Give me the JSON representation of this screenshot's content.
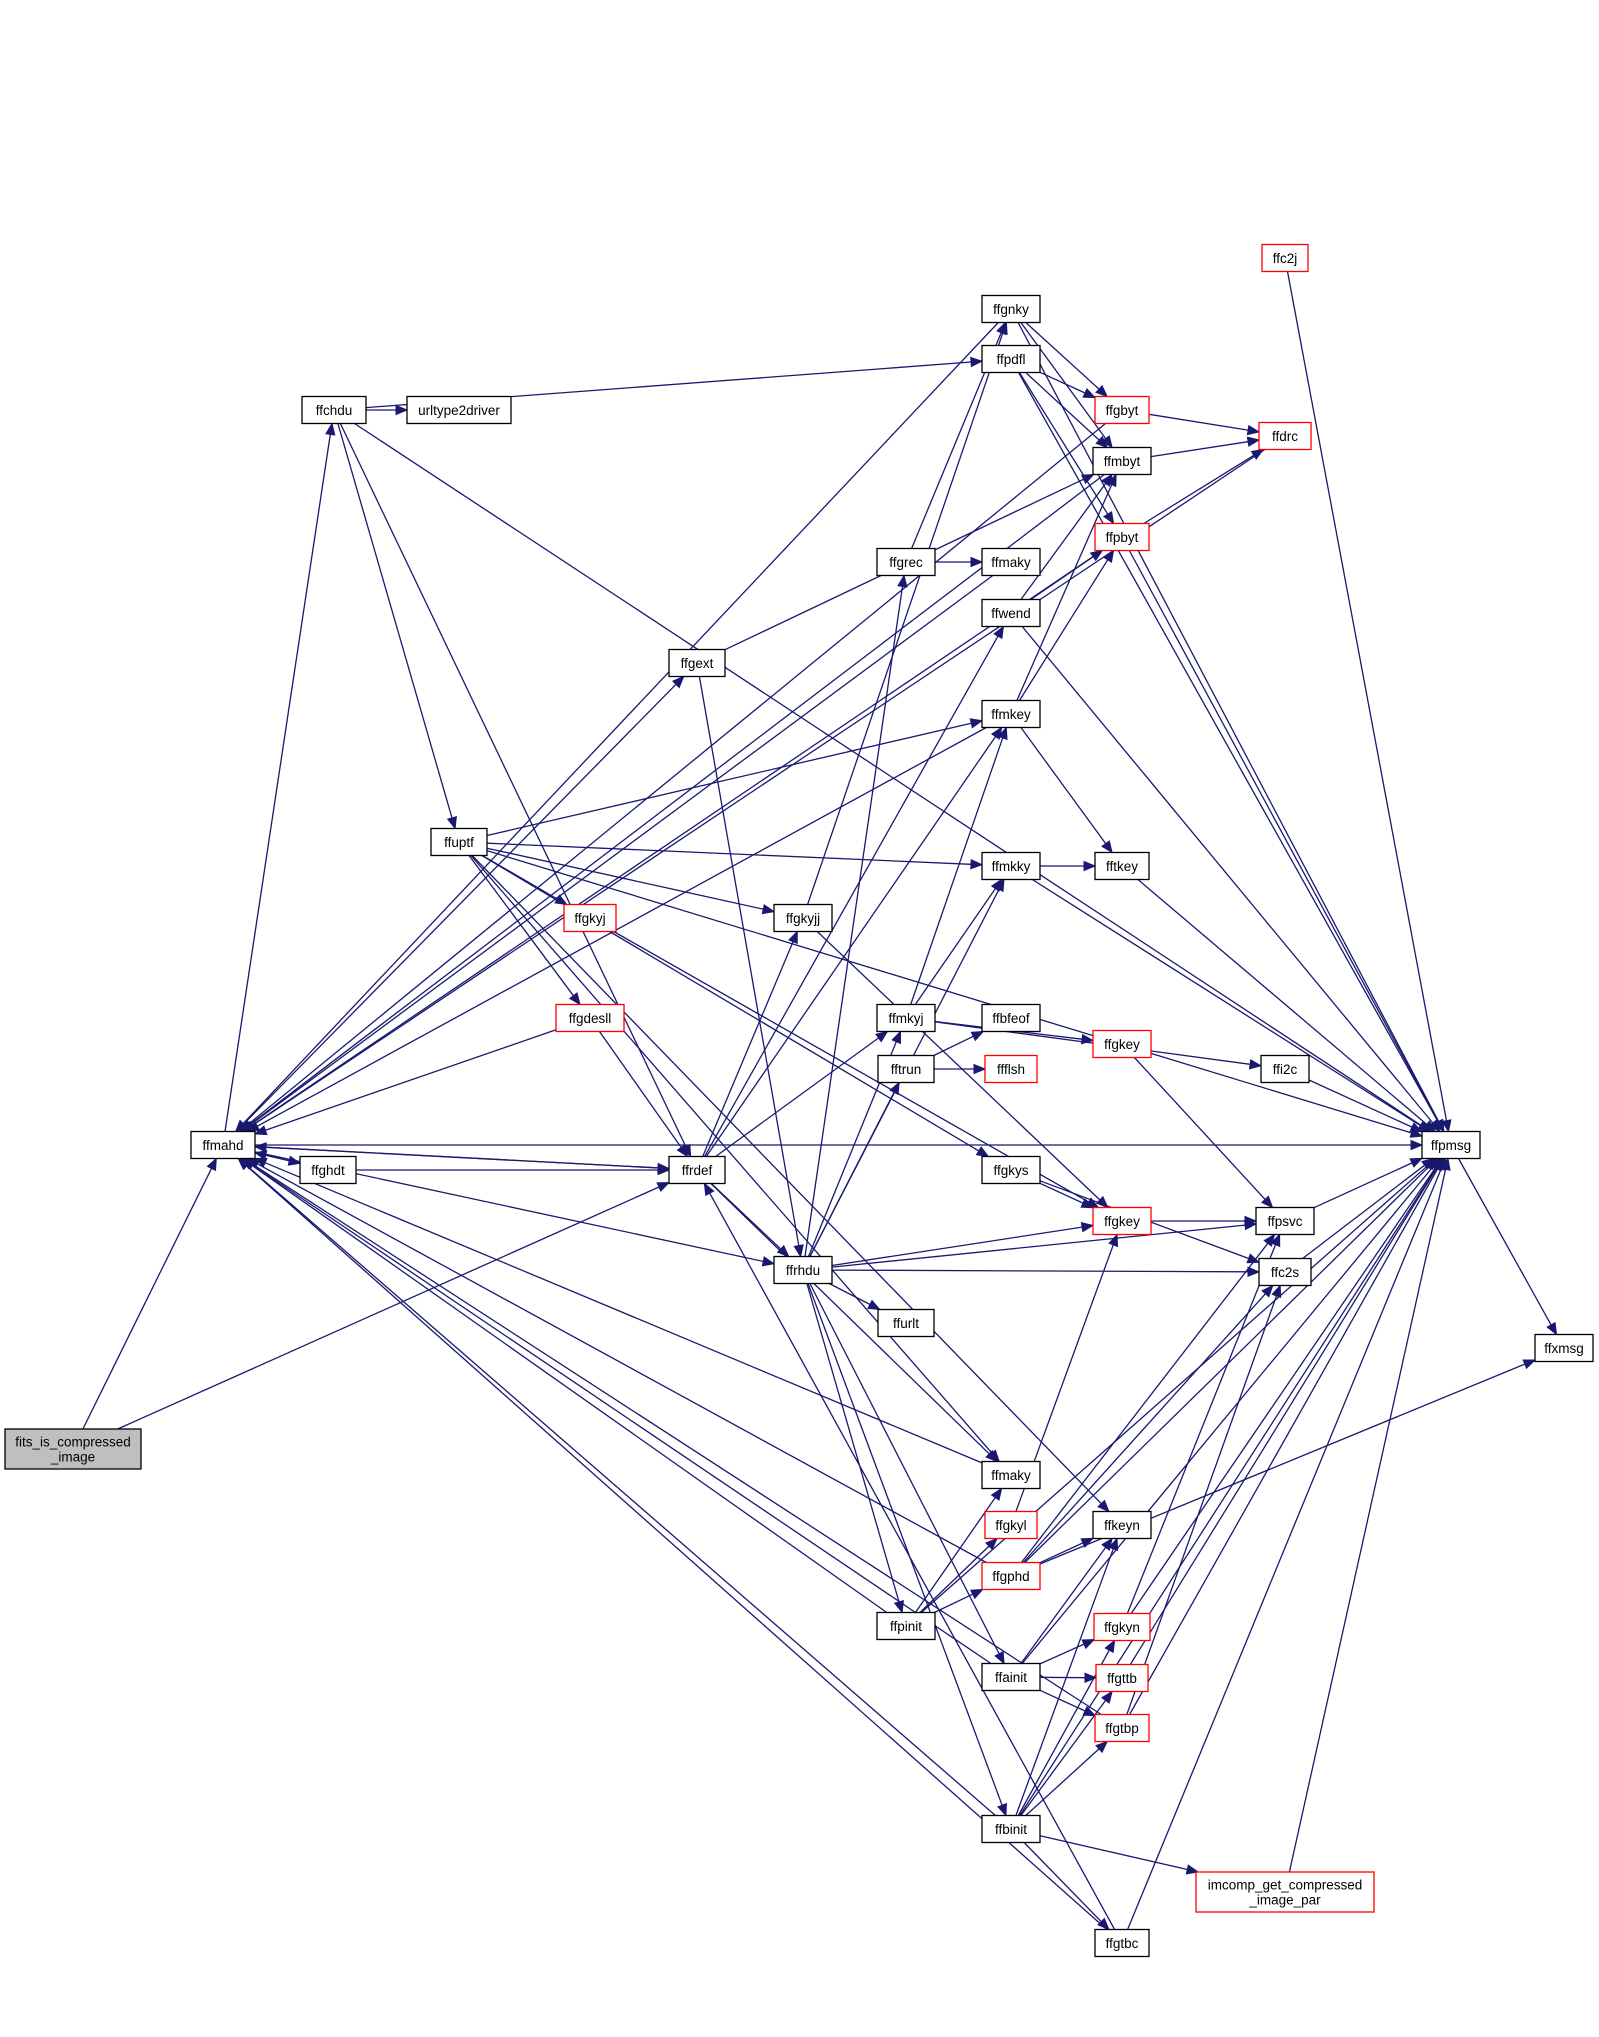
{
  "colors": {
    "edge": "#191970",
    "node_border": "#000000",
    "incomplete_node_border": "#ff0000",
    "root_fill": "#bfbfbf",
    "node_fill": "#ffffff"
  },
  "nodes": [
    {
      "id": "fits_is_compressed_image",
      "lines": [
        "fits_is_compressed",
        "_image"
      ],
      "style": "root"
    },
    {
      "id": "ffmahd",
      "lines": [
        "ffmahd"
      ],
      "style": "normal"
    },
    {
      "id": "ffrdef",
      "lines": [
        "ffrdef"
      ],
      "style": "normal"
    },
    {
      "id": "ffrhdu",
      "lines": [
        "ffrhdu"
      ],
      "style": "normal"
    },
    {
      "id": "ffchdu",
      "lines": [
        "ffchdu"
      ],
      "style": "normal"
    },
    {
      "id": "urltype2driver",
      "lines": [
        "urltype2driver"
      ],
      "style": "normal"
    },
    {
      "id": "ffuptf",
      "lines": [
        "ffuptf"
      ],
      "style": "normal"
    },
    {
      "id": "ffghdt",
      "lines": [
        "ffghdt"
      ],
      "style": "normal"
    },
    {
      "id": "ffgext",
      "lines": [
        "ffgext"
      ],
      "style": "normal"
    },
    {
      "id": "ffgkyj",
      "lines": [
        "ffgkyj"
      ],
      "style": "incomplete"
    },
    {
      "id": "ffgdesll",
      "lines": [
        "ffgdesll"
      ],
      "style": "incomplete"
    },
    {
      "id": "ffgkyjj",
      "lines": [
        "ffgkyjj"
      ],
      "style": "normal"
    },
    {
      "id": "ffgrec",
      "lines": [
        "ffgrec"
      ],
      "style": "normal"
    },
    {
      "id": "ffmkyj",
      "lines": [
        "ffmkyj"
      ],
      "style": "normal"
    },
    {
      "id": "fftrun",
      "lines": [
        "fftrun"
      ],
      "style": "normal"
    },
    {
      "id": "ffurlt",
      "lines": [
        "ffurlt"
      ],
      "style": "normal"
    },
    {
      "id": "ffpinit",
      "lines": [
        "ffpinit"
      ],
      "style": "normal"
    },
    {
      "id": "ffgnky",
      "lines": [
        "ffgnky"
      ],
      "style": "normal"
    },
    {
      "id": "ffpdfl",
      "lines": [
        "ffpdfl"
      ],
      "style": "normal"
    },
    {
      "id": "ffmbyt",
      "lines": [
        "ffmbyt"
      ],
      "style": "normal"
    },
    {
      "id": "ffmaky_top",
      "lines": [
        "ffmaky"
      ],
      "style": "normal"
    },
    {
      "id": "ffwend",
      "lines": [
        "ffwend"
      ],
      "style": "normal"
    },
    {
      "id": "ffmkey",
      "lines": [
        "ffmkey"
      ],
      "style": "normal"
    },
    {
      "id": "ffmkky",
      "lines": [
        "ffmkky"
      ],
      "style": "normal"
    },
    {
      "id": "ffbfeof",
      "lines": [
        "ffbfeof"
      ],
      "style": "normal"
    },
    {
      "id": "ffflsh",
      "lines": [
        "ffflsh"
      ],
      "style": "incomplete"
    },
    {
      "id": "ffgkys",
      "lines": [
        "ffgkys"
      ],
      "style": "normal"
    },
    {
      "id": "ffmaky_bottom",
      "lines": [
        "ffmaky"
      ],
      "style": "normal"
    },
    {
      "id": "ffgkyl",
      "lines": [
        "ffgkyl"
      ],
      "style": "incomplete"
    },
    {
      "id": "ffgphd",
      "lines": [
        "ffgphd"
      ],
      "style": "incomplete"
    },
    {
      "id": "ffainit",
      "lines": [
        "ffainit"
      ],
      "style": "normal"
    },
    {
      "id": "ffbinit",
      "lines": [
        "ffbinit"
      ],
      "style": "normal"
    },
    {
      "id": "ffgbyt",
      "lines": [
        "ffgbyt"
      ],
      "style": "incomplete"
    },
    {
      "id": "ffpbyt",
      "lines": [
        "ffpbyt"
      ],
      "style": "incomplete"
    },
    {
      "id": "fftkey",
      "lines": [
        "fftkey"
      ],
      "style": "normal"
    },
    {
      "id": "ffgkey_upper",
      "lines": [
        "ffgkey"
      ],
      "style": "incomplete"
    },
    {
      "id": "ffgkey_lower",
      "lines": [
        "ffgkey"
      ],
      "style": "incomplete"
    },
    {
      "id": "ffkeyn",
      "lines": [
        "ffkeyn"
      ],
      "style": "normal"
    },
    {
      "id": "ffgkyn",
      "lines": [
        "ffgkyn"
      ],
      "style": "incomplete"
    },
    {
      "id": "ffgttb",
      "lines": [
        "ffgttb"
      ],
      "style": "incomplete"
    },
    {
      "id": "ffgtbp",
      "lines": [
        "ffgtbp"
      ],
      "style": "incomplete"
    },
    {
      "id": "ffgtbc",
      "lines": [
        "ffgtbc"
      ],
      "style": "normal"
    },
    {
      "id": "ffc2j",
      "lines": [
        "ffc2j"
      ],
      "style": "incomplete"
    },
    {
      "id": "ffdrc",
      "lines": [
        "ffdrc"
      ],
      "style": "incomplete"
    },
    {
      "id": "ffi2c",
      "lines": [
        "ffi2c"
      ],
      "style": "normal"
    },
    {
      "id": "ffpsvc",
      "lines": [
        "ffpsvc"
      ],
      "style": "normal"
    },
    {
      "id": "ffc2s",
      "lines": [
        "ffc2s"
      ],
      "style": "normal"
    },
    {
      "id": "imcomp_get_compressed_image_par",
      "lines": [
        "imcomp_get_compressed",
        "_image_par"
      ],
      "style": "incomplete"
    },
    {
      "id": "ffpmsg",
      "lines": [
        "ffpmsg"
      ],
      "style": "normal"
    },
    {
      "id": "ffxmsg",
      "lines": [
        "ffxmsg"
      ],
      "style": "normal"
    }
  ],
  "edges": [
    [
      "fits_is_compressed_image",
      "ffmahd"
    ],
    [
      "fits_is_compressed_image",
      "ffrdef"
    ],
    [
      "ffmahd",
      "ffchdu"
    ],
    [
      "ffmahd",
      "ffgext"
    ],
    [
      "ffmahd",
      "ffghdt"
    ],
    [
      "ffmahd",
      "ffrdef"
    ],
    [
      "ffmahd",
      "ffrhdu"
    ],
    [
      "ffmahd",
      "ffpmsg"
    ],
    [
      "ffchdu",
      "urltype2driver"
    ],
    [
      "ffchdu",
      "ffuptf"
    ],
    [
      "ffchdu",
      "ffrdef"
    ],
    [
      "ffchdu",
      "ffpdfl"
    ],
    [
      "ffchdu",
      "ffpmsg"
    ],
    [
      "ffuptf",
      "ffgkyj"
    ],
    [
      "ffuptf",
      "ffgdesll"
    ],
    [
      "ffuptf",
      "ffgkyjj"
    ],
    [
      "ffuptf",
      "ffmkey"
    ],
    [
      "ffuptf",
      "ffmkky"
    ],
    [
      "ffuptf",
      "ffgkys"
    ],
    [
      "ffuptf",
      "ffmaky_bottom"
    ],
    [
      "ffuptf",
      "ffkeyn"
    ],
    [
      "ffuptf",
      "ffpmsg"
    ],
    [
      "ffgdesll",
      "ffmahd"
    ],
    [
      "ffgdesll",
      "ffrdef"
    ],
    [
      "ffgkyj",
      "ffgkey_lower"
    ],
    [
      "ffghdt",
      "ffmahd"
    ],
    [
      "ffghdt",
      "ffrdef"
    ],
    [
      "ffgext",
      "ffmbyt"
    ],
    [
      "ffgext",
      "ffrhdu"
    ],
    [
      "ffrdef",
      "ffmahd"
    ],
    [
      "ffrdef",
      "ffrhdu"
    ],
    [
      "ffrdef",
      "ffgkyjj"
    ],
    [
      "ffrdef",
      "ffwend"
    ],
    [
      "ffrdef",
      "ffmkyj"
    ],
    [
      "ffrdef",
      "ffmkey"
    ],
    [
      "ffrdef",
      "ffmaky_bottom"
    ],
    [
      "ffgkyjj",
      "ffgnky"
    ],
    [
      "ffgkyjj",
      "ffgkey_lower"
    ],
    [
      "ffrhdu",
      "ffgrec"
    ],
    [
      "ffrhdu",
      "ffmkyj"
    ],
    [
      "ffrhdu",
      "fftrun"
    ],
    [
      "ffrhdu",
      "ffurlt"
    ],
    [
      "ffrhdu",
      "ffpinit"
    ],
    [
      "ffrhdu",
      "ffainit"
    ],
    [
      "ffrhdu",
      "ffbinit"
    ],
    [
      "ffrhdu",
      "ffmkky"
    ],
    [
      "ffrhdu",
      "ffpsvc"
    ],
    [
      "ffrhdu",
      "ffgkey_lower"
    ],
    [
      "ffrhdu",
      "ffc2s"
    ],
    [
      "ffgrec",
      "ffmaky_top"
    ],
    [
      "ffgrec",
      "ffgnky"
    ],
    [
      "ffmkyj",
      "ffmkey"
    ],
    [
      "ffmkyj",
      "ffmkky"
    ],
    [
      "ffmkyj",
      "ffgkey_upper"
    ],
    [
      "ffmkyj",
      "ffi2c"
    ],
    [
      "fftrun",
      "ffbfeof"
    ],
    [
      "fftrun",
      "ffflsh"
    ],
    [
      "ffpinit",
      "ffmahd"
    ],
    [
      "ffpinit",
      "ffgkyl"
    ],
    [
      "ffpinit",
      "ffgphd"
    ],
    [
      "ffpinit",
      "ffmaky_bottom"
    ],
    [
      "ffpinit",
      "ffpmsg"
    ],
    [
      "ffgnky",
      "ffgbyt"
    ],
    [
      "ffgnky",
      "ffmbyt"
    ],
    [
      "ffgnky",
      "ffmahd"
    ],
    [
      "ffgnky",
      "ffpmsg"
    ],
    [
      "ffpdfl",
      "ffgbyt"
    ],
    [
      "ffpdfl",
      "ffmbyt"
    ],
    [
      "ffpdfl",
      "ffpbyt"
    ],
    [
      "ffpdfl",
      "ffpmsg"
    ],
    [
      "ffmbyt",
      "ffdrc"
    ],
    [
      "ffmbyt",
      "ffmahd"
    ],
    [
      "ffmaky_top",
      "ffmahd"
    ],
    [
      "ffwend",
      "ffmbyt"
    ],
    [
      "ffwend",
      "ffpbyt"
    ],
    [
      "ffwend",
      "ffpmsg"
    ],
    [
      "ffmkey",
      "ffmbyt"
    ],
    [
      "ffmkey",
      "ffpbyt"
    ],
    [
      "ffmkey",
      "fftkey"
    ],
    [
      "ffmkey",
      "ffmahd"
    ],
    [
      "ffmkky",
      "fftkey"
    ],
    [
      "ffmkky",
      "ffpmsg"
    ],
    [
      "ffgkys",
      "ffgkey_lower"
    ],
    [
      "ffgkys",
      "ffc2s"
    ],
    [
      "ffmaky_bottom",
      "ffmahd"
    ],
    [
      "ffgkyl",
      "ffgkey_lower"
    ],
    [
      "ffgphd",
      "ffkeyn"
    ],
    [
      "ffgphd",
      "ffpsvc"
    ],
    [
      "ffgphd",
      "ffc2s"
    ],
    [
      "ffgphd",
      "ffxmsg"
    ],
    [
      "ffgphd",
      "ffpmsg"
    ],
    [
      "ffgphd",
      "ffmahd"
    ],
    [
      "ffainit",
      "ffkeyn"
    ],
    [
      "ffainit",
      "ffgkyn"
    ],
    [
      "ffainit",
      "ffgttb"
    ],
    [
      "ffainit",
      "ffgtbp"
    ],
    [
      "ffainit",
      "ffpmsg"
    ],
    [
      "ffainit",
      "ffmahd"
    ],
    [
      "ffbinit",
      "ffkeyn"
    ],
    [
      "ffbinit",
      "ffgkyn"
    ],
    [
      "ffbinit",
      "ffgttb"
    ],
    [
      "ffbinit",
      "ffgtbp"
    ],
    [
      "ffbinit",
      "ffgtbc"
    ],
    [
      "ffbinit",
      "imcomp_get_compressed_image_par"
    ],
    [
      "ffbinit",
      "ffpmsg"
    ],
    [
      "ffbinit",
      "ffmahd"
    ],
    [
      "ffgbyt",
      "ffdrc"
    ],
    [
      "ffgbyt",
      "ffmahd"
    ],
    [
      "ffpbyt",
      "ffdrc"
    ],
    [
      "ffpbyt",
      "ffmahd"
    ],
    [
      "ffpbyt",
      "ffpmsg"
    ],
    [
      "fftkey",
      "ffpmsg"
    ],
    [
      "ffgkey_upper",
      "ffpsvc"
    ],
    [
      "ffgkey_lower",
      "ffpsvc"
    ],
    [
      "ffgkyn",
      "ffpsvc"
    ],
    [
      "ffgkyn",
      "ffpmsg"
    ],
    [
      "ffgttb",
      "ffpmsg"
    ],
    [
      "ffgtbp",
      "ffc2s"
    ],
    [
      "ffgtbp",
      "ffmahd"
    ],
    [
      "ffgtbp",
      "ffpmsg"
    ],
    [
      "ffgtbc",
      "ffrdef"
    ],
    [
      "ffgtbc",
      "ffmahd"
    ],
    [
      "ffgtbc",
      "ffpmsg"
    ],
    [
      "ffc2j",
      "ffpmsg"
    ],
    [
      "ffdrc",
      "ffmahd"
    ],
    [
      "ffi2c",
      "ffpmsg"
    ],
    [
      "ffpsvc",
      "ffpmsg"
    ],
    [
      "ffc2s",
      "ffpmsg"
    ],
    [
      "imcomp_get_compressed_image_par",
      "ffpmsg"
    ],
    [
      "ffpmsg",
      "ffxmsg"
    ]
  ]
}
